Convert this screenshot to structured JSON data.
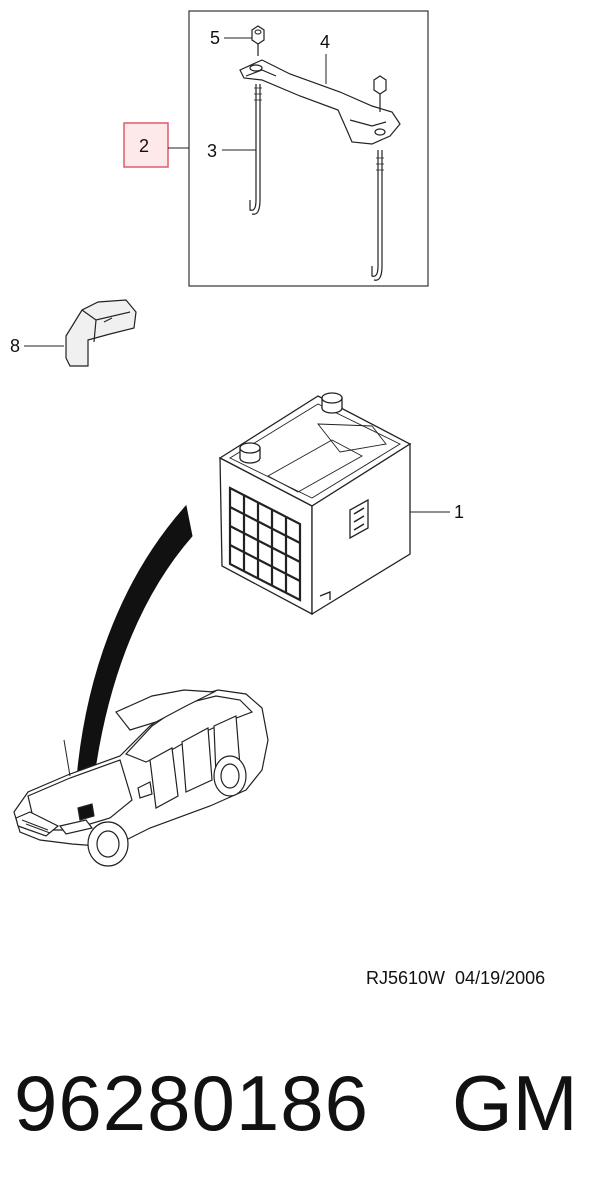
{
  "callouts": {
    "c1": "1",
    "c2": "2",
    "c3": "3",
    "c4": "4",
    "c5": "5",
    "c8": "8"
  },
  "reference": {
    "code": "RJ5610W",
    "date": "04/19/2006"
  },
  "footer": {
    "part_number": "96280186",
    "brand": "GM"
  },
  "colors": {
    "highlight_border": "#e05a6a",
    "highlight_fill": "#fde8ea",
    "line": "#222222"
  }
}
